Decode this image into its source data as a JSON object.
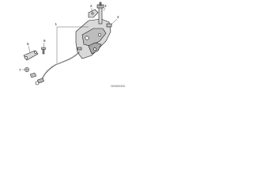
{
  "callouts": [
    {
      "id": "c1",
      "label": "1"
    },
    {
      "id": "c2",
      "label": "2"
    },
    {
      "id": "c3",
      "label": "3"
    },
    {
      "id": "c4",
      "label": "4"
    },
    {
      "id": "c5",
      "label": "5"
    },
    {
      "id": "c6",
      "label": "6"
    },
    {
      "id": "c7",
      "label": "7"
    }
  ],
  "catalog_number": "00000000",
  "colors": {
    "line": "#1a1a1a",
    "part_fill": "#d9d9d9",
    "part_dark": "#8c8c8c",
    "background": "#ffffff"
  }
}
